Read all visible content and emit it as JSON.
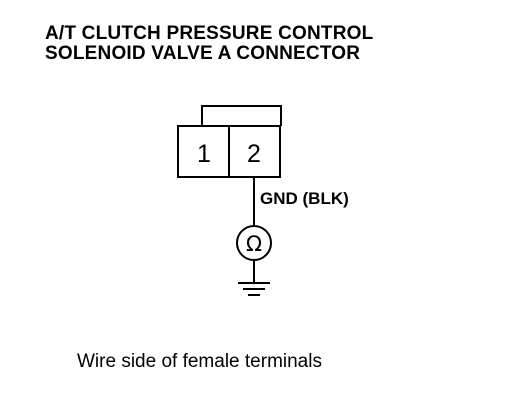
{
  "title": {
    "line1": "A/T CLUTCH PRESSURE CONTROL",
    "line2": "SOLENOID VALVE A CONNECTOR"
  },
  "connector": {
    "terminals": [
      "1",
      "2"
    ]
  },
  "wire": {
    "label": "GND (BLK)"
  },
  "meter": {
    "symbol": "Ω",
    "icon": "ohmmeter-icon"
  },
  "ground": {
    "icon": "ground-icon"
  },
  "caption": "Wire side of female terminals"
}
